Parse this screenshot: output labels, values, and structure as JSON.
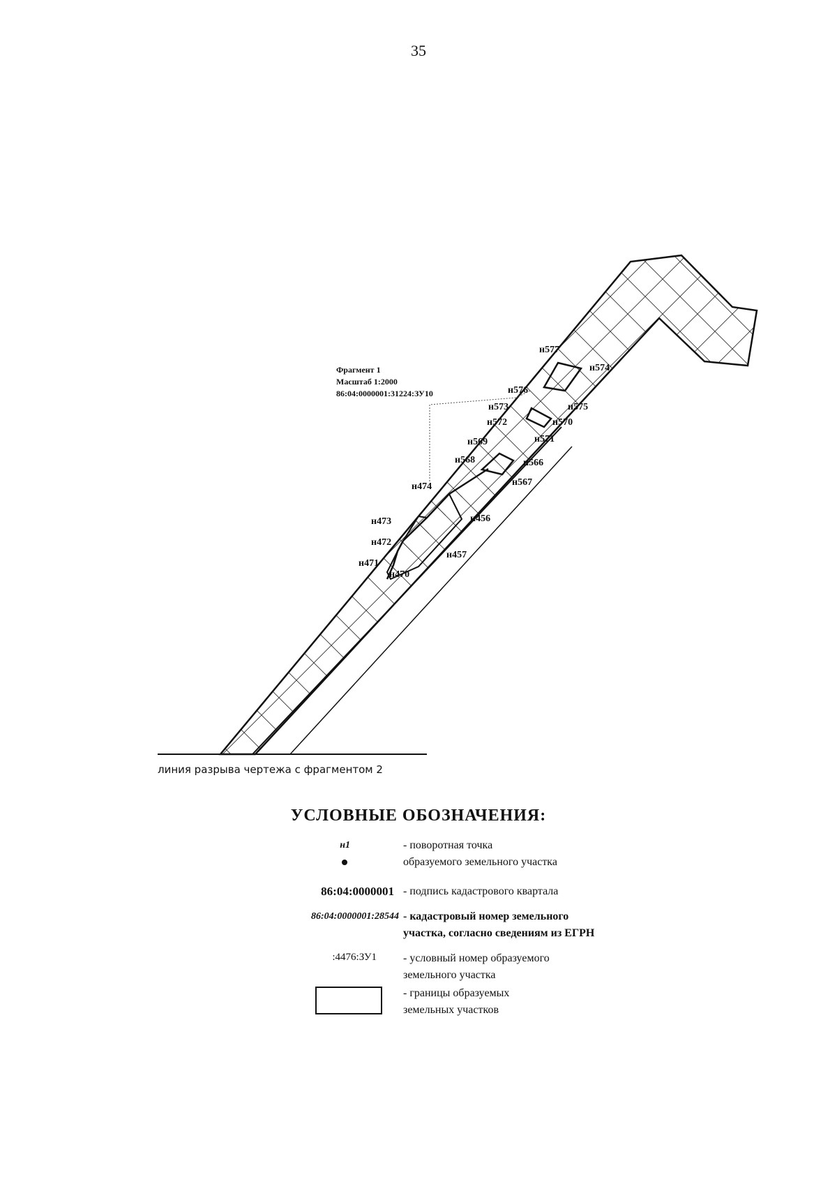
{
  "page_number": "35",
  "fragment": {
    "title": "Фрагмент 1",
    "scale": "Масштаб 1:2000",
    "parcel": "86:04:0000001:31224:ЗУ10"
  },
  "points": {
    "n577": "н577",
    "n574": "н574",
    "n576": "н576",
    "n573": "н573",
    "n575": "н575",
    "n572": "н572",
    "n570": "н570",
    "n571": "н571",
    "n569": "н569",
    "n568": "н568",
    "n566": "н566",
    "n567": "н567",
    "n474": "н474",
    "n473": "н473",
    "n456": "н456",
    "n472": "н472",
    "n471": "н471",
    "n457": "н457",
    "n470": "н470"
  },
  "break_line_label": "линия разрыва чертежа с фрагментом 2",
  "legend": {
    "title": "УСЛОВНЫЕ ОБОЗНАЧЕНИЯ:",
    "items": [
      {
        "symbol": "н1",
        "desc1": "- поворотная точка",
        "desc2": "образуемого земельного участка"
      },
      {
        "symbol": "86:04:0000001",
        "desc1": "- подпись кадастрового квартала",
        "desc2": ""
      },
      {
        "symbol": "86:04:0000001:28544",
        "desc1": "- кадастровый номер земельного",
        "desc2": "участка, согласно сведениям из ЕГРН"
      },
      {
        "symbol": ":4476:ЗУ1",
        "desc1": "- условный номер образуемого",
        "desc2": "земельного участка"
      },
      {
        "symbol": "",
        "desc1": "- границы образуемых",
        "desc2": "земельных участков"
      }
    ]
  }
}
